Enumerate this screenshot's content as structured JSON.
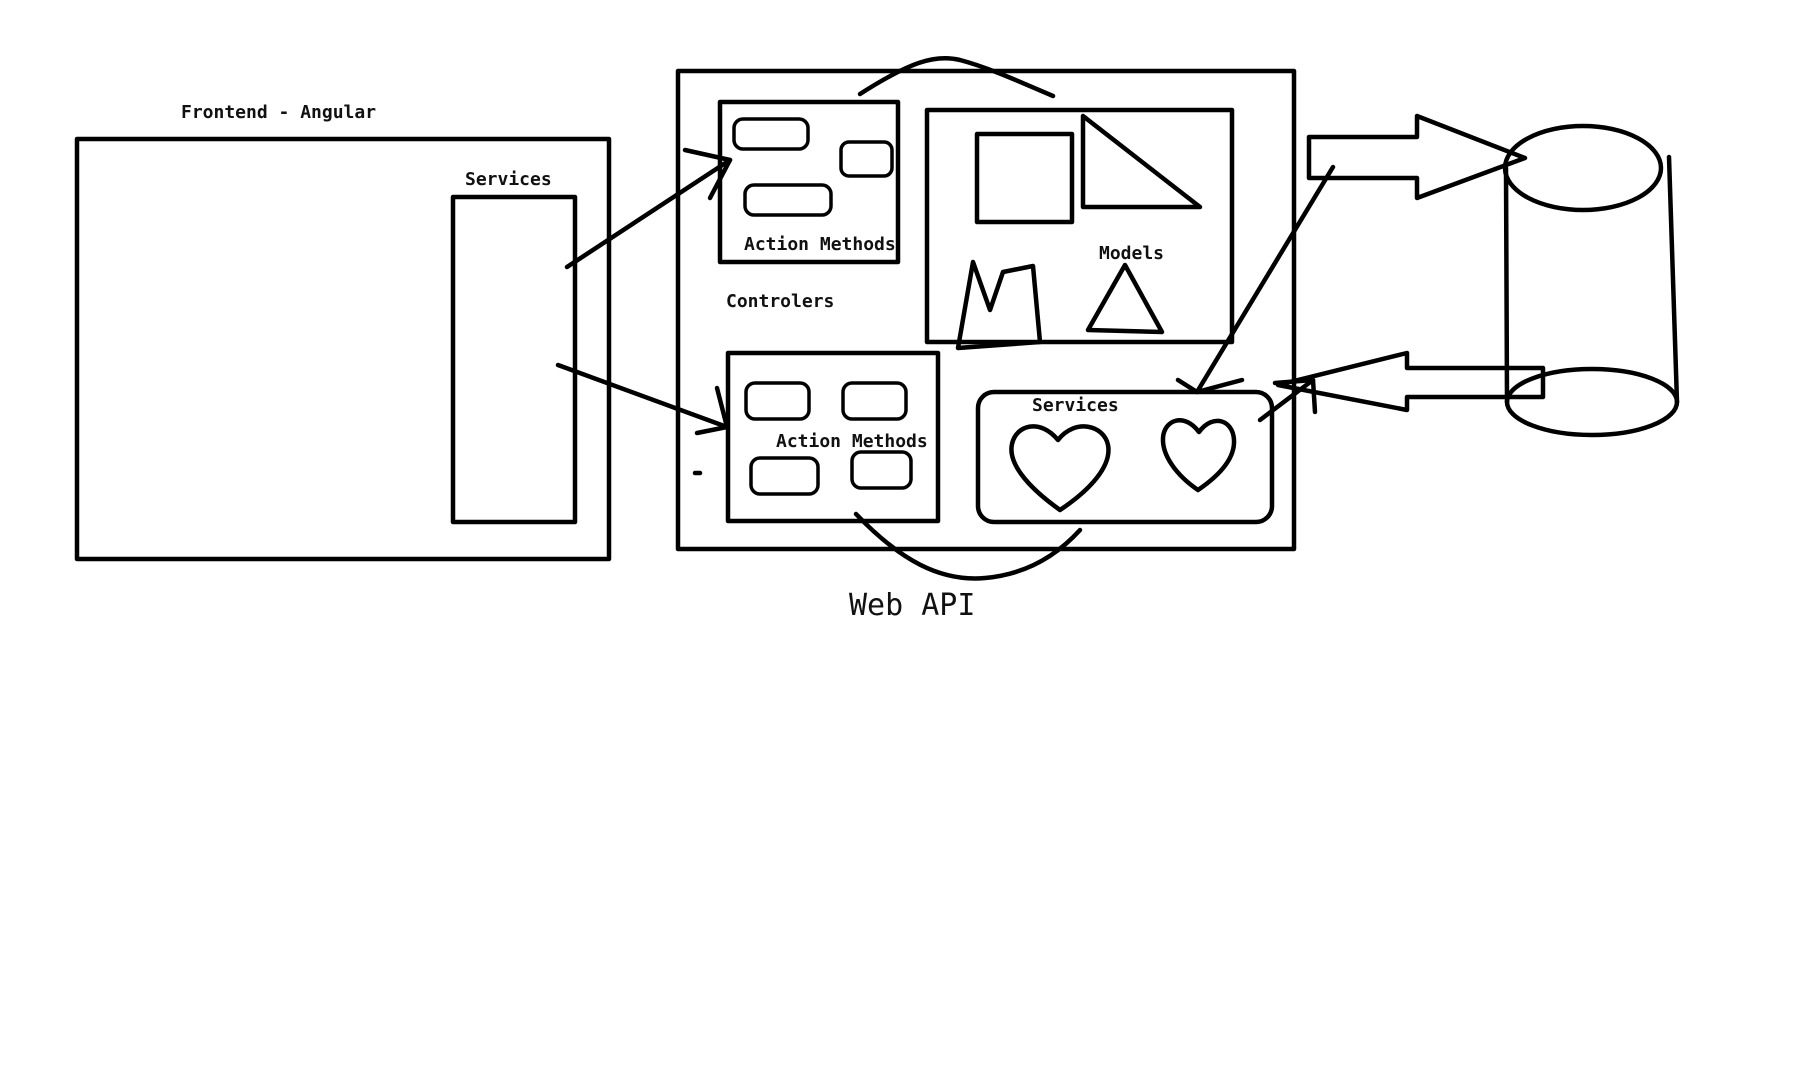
{
  "labels": {
    "frontend_title": "Frontend - Angular",
    "frontend_services": "Services",
    "action_methods_top": "Action Methods",
    "controllers": "Controlers",
    "models": "Models",
    "action_methods_bottom": "Action Methods",
    "api_services": "Services",
    "web_api": "Web API"
  },
  "colors": {
    "stroke": "#000000",
    "background": "#ffffff",
    "text": "#111111"
  }
}
